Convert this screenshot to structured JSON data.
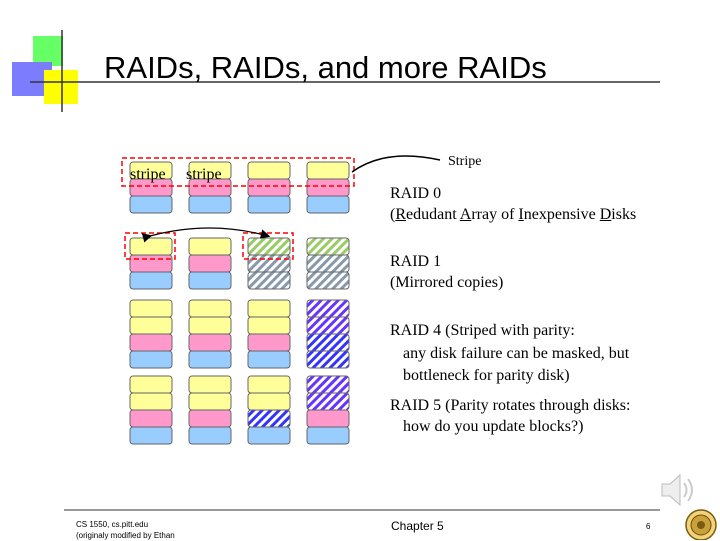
{
  "slide": {
    "title": "RAIDs, RAIDs, and more RAIDs",
    "accent_colors": {
      "green": "#66ff66",
      "yellow": "#ffff00",
      "blue": "#7c7cff",
      "rule": "#333333"
    }
  },
  "diagram": {
    "stripe_labels": [
      "stripe",
      "stripe"
    ],
    "stripe_callout": "Stripe",
    "colors": {
      "yellow_block": "#ffff99",
      "pink_block": "#ff99cc",
      "blue_block": "#99ccff",
      "stripe_box": "#ff0000",
      "hatch_green": "#99cc66",
      "hatch_gray": "#8899aa",
      "hatch_purple": "#6633ff",
      "hatch_blue": "#3333ff"
    }
  },
  "raid": {
    "r0": {
      "title": "RAID 0",
      "line2_parts": [
        "(",
        "R",
        "edudant ",
        "A",
        "rray of ",
        "I",
        "nexpensive ",
        "D",
        "isks"
      ]
    },
    "r1": {
      "title": "RAID 1",
      "line2": "(Mirrored copies)"
    },
    "r4": {
      "line1": "RAID 4 (Striped with parity:",
      "line2": "any disk failure can be masked, but",
      "line3": "bottleneck for parity disk)"
    },
    "r5": {
      "line1": "RAID 5 (Parity rotates through disks:",
      "line2": "how do you update blocks?)"
    }
  },
  "footer": {
    "course": "CS 1550, cs.pitt.edu",
    "credit": "(originaly modified by Ethan",
    "chapter": "Chapter 5",
    "page": "6"
  }
}
